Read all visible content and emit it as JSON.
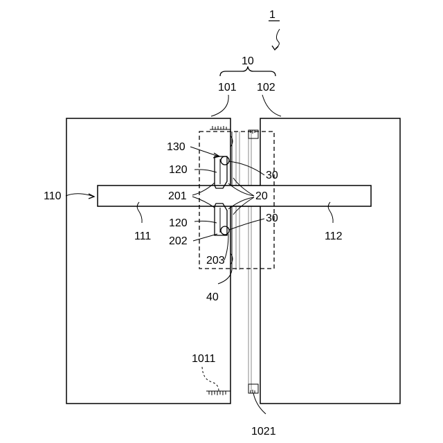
{
  "labels": {
    "device": "1",
    "assembly": "10",
    "panel_left": "101",
    "panel_right": "102",
    "hinge_marker": "130",
    "bracket_upper": "120",
    "bracket_lower": "120",
    "bar": "110",
    "pivot_upper": "30",
    "pivot_lower": "30",
    "bar_joints": "20",
    "part_201": "201",
    "part_202": "202",
    "part_203": "203",
    "slot_left": "111",
    "slot_right": "112",
    "rail": "40",
    "scale_left": "1011",
    "scale_right": "1021"
  }
}
